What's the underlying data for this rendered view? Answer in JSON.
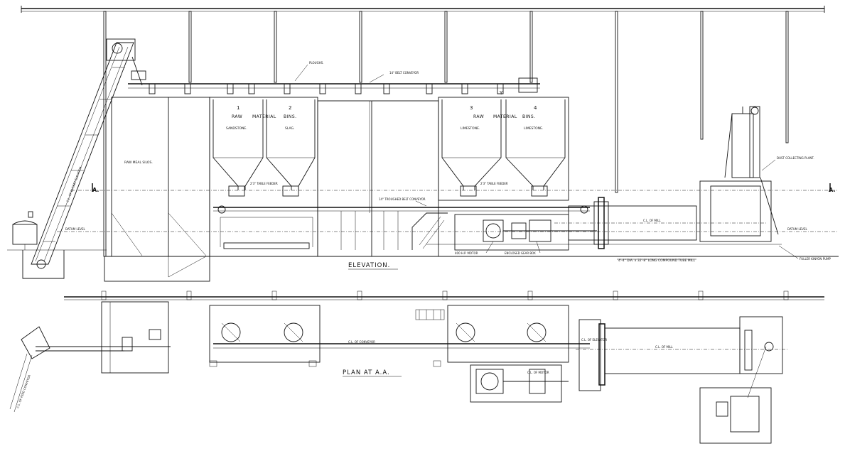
{
  "labels": {
    "elevation_title": "ELEVATION.",
    "plan_title": "PLAN AT A.A.",
    "section_mark": "A.",
    "raw_meal_silos": "RAW MEAL SILOS.",
    "raw_material_bins_left": [
      "RAW",
      "MATERIAL",
      "BINS."
    ],
    "raw_material_bins_right": [
      "RAW",
      "MATERIAL",
      "BINS."
    ],
    "bin_numbers": [
      "1",
      "2",
      "3",
      "4"
    ],
    "bin_materials": [
      "SANDSTONE.",
      "SLAG.",
      "LIMESTONE.",
      "LIMESTONE."
    ],
    "plough": "PLOUGHS.",
    "belt_conveyor": "14\" BELT CONVEYOR",
    "table_feeder": "2'3\" TABLE FEEDER",
    "trough_conveyor": "14\" TROUGHED BELT CONVEYOR",
    "elevator": "C.L. OF BUCKET ELEVATOR",
    "datum_level": "DATUM LEVEL",
    "motor": "400 H.P. MOTOR",
    "gear_box": "ENCLOSED GEAR BOX",
    "mill": "4'-4\" DIA. x 32'-8\" LONG COMPOUND TUBE MILL",
    "cl_of_mill": "C.L. OF MILL",
    "dust_plant": "DUST COLLECTING PLANT.",
    "fuller_pump": "FULLER KINYON PUMP",
    "plan_conveyor": "C.L. OF CONVEYOR",
    "plan_mill": "C.L. OF MILL",
    "plan_elevator": "C.L. OF ELEVATOR",
    "plan_motor_cl": "C.L. OF MOTOR",
    "plan_feed": "C.L. OF FEED CONVEYOR",
    "y_mark": "Y"
  }
}
